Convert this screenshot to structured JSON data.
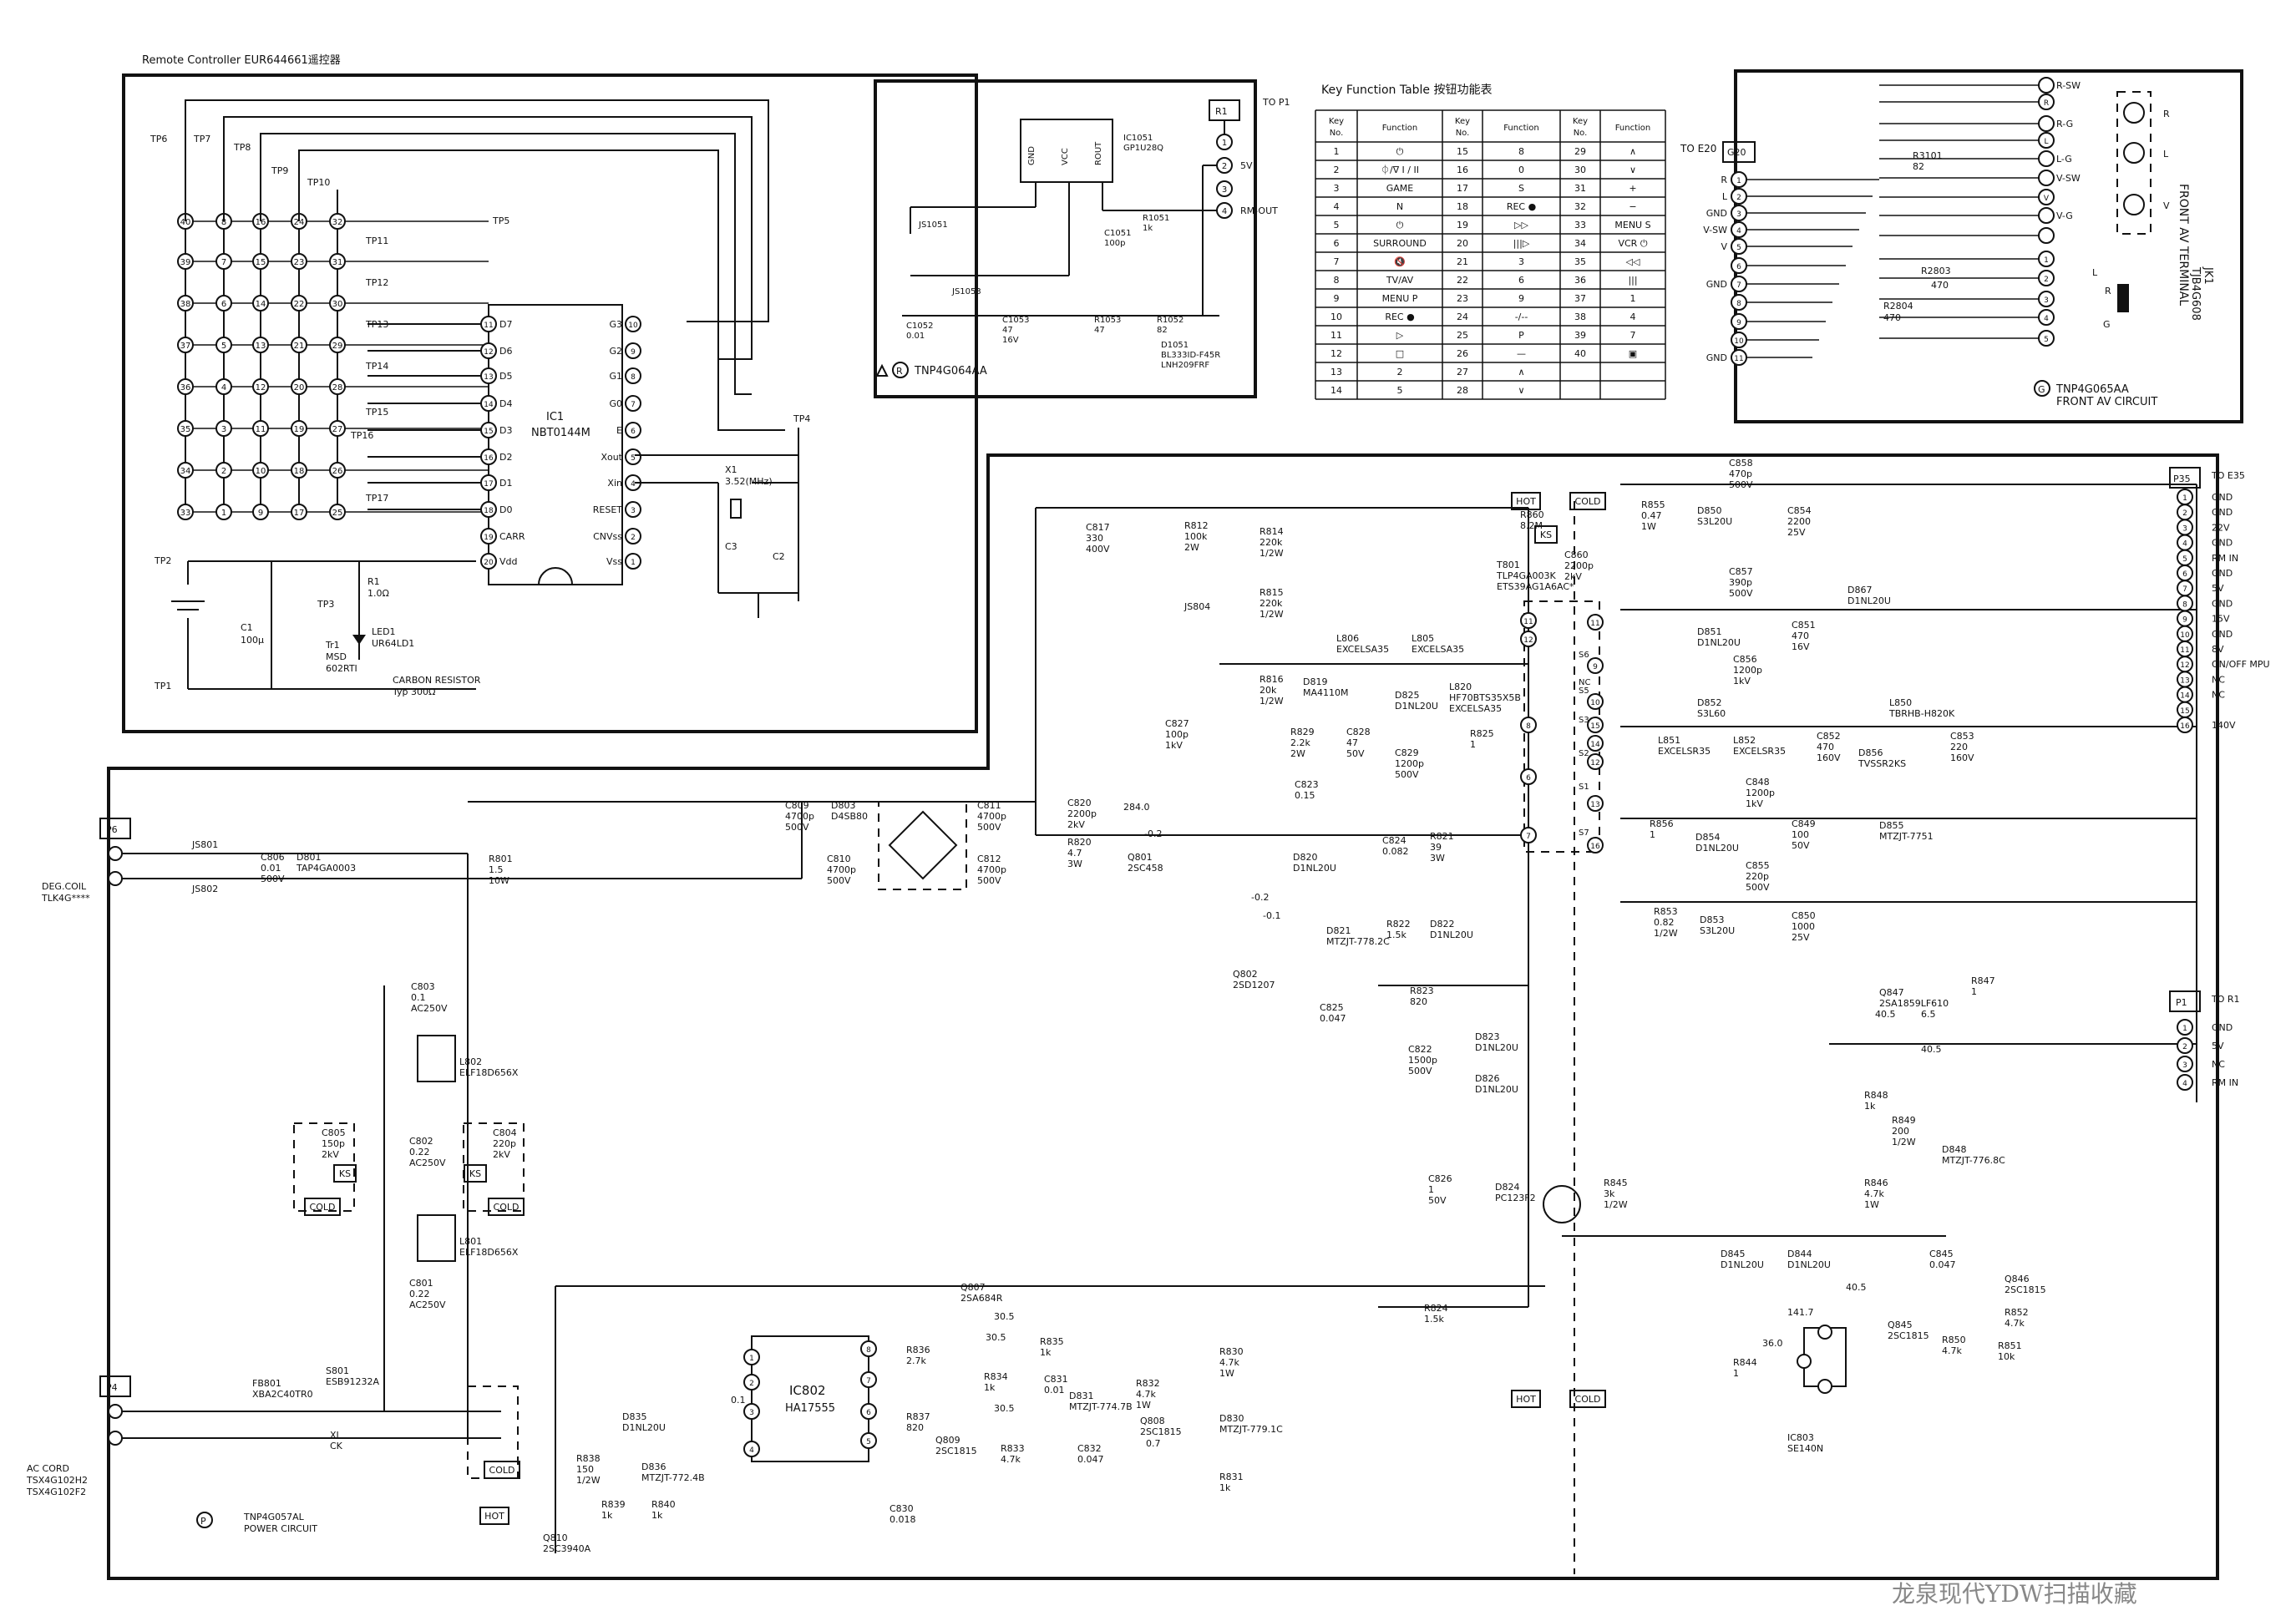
{
  "remote": {
    "title": "Remote Controller  EUR644661遥控器",
    "ic_ref": "IC1",
    "ic_part": "NBT0144M",
    "tp_cols": [
      "TP6",
      "TP7",
      "TP8",
      "TP9",
      "TP10"
    ],
    "tp_right": [
      "TP11",
      "TP12",
      "TP13",
      "TP14",
      "TP15",
      "TP16",
      "TP17"
    ],
    "tp5": "TP5",
    "tp4": "TP4",
    "tp1": "TP1",
    "tp2": "TP2",
    "tp3": "TP3",
    "key_grid": [
      [
        "40",
        "8",
        "16",
        "24",
        "32"
      ],
      [
        "39",
        "7",
        "15",
        "23",
        "31"
      ],
      [
        "38",
        "6",
        "14",
        "22",
        "30"
      ],
      [
        "37",
        "5",
        "13",
        "21",
        "29"
      ],
      [
        "36",
        "4",
        "12",
        "20",
        "28"
      ],
      [
        "35",
        "3",
        "11",
        "19",
        "27"
      ],
      [
        "34",
        "2",
        "10",
        "18",
        "26"
      ],
      [
        "33",
        "1",
        "9",
        "17",
        "25"
      ]
    ],
    "left_pins": [
      {
        "num": "11",
        "name": "D7"
      },
      {
        "num": "12",
        "name": "D6"
      },
      {
        "num": "13",
        "name": "D5"
      },
      {
        "num": "14",
        "name": "D4"
      },
      {
        "num": "15",
        "name": "D3"
      },
      {
        "num": "16",
        "name": "D2"
      },
      {
        "num": "17",
        "name": "D1"
      },
      {
        "num": "18",
        "name": "D0"
      },
      {
        "num": "19",
        "name": "CARR"
      },
      {
        "num": "20",
        "name": "Vdd"
      }
    ],
    "right_pins": [
      {
        "num": "10",
        "name": "G3"
      },
      {
        "num": "9",
        "name": "G2"
      },
      {
        "num": "8",
        "name": "G1"
      },
      {
        "num": "7",
        "name": "G0"
      },
      {
        "num": "6",
        "name": "E"
      },
      {
        "num": "5",
        "name": "Xout"
      },
      {
        "num": "4",
        "name": "Xin"
      },
      {
        "num": "3",
        "name": "RESET"
      },
      {
        "num": "2",
        "name": "CNVss"
      },
      {
        "num": "1",
        "name": "Vss"
      }
    ],
    "x1": [
      "X1",
      "3.52(MHz)"
    ],
    "c3": "C3",
    "c2": "C2",
    "c1": [
      "C1",
      "100μ"
    ],
    "r1": [
      "R1",
      "1.0Ω"
    ],
    "led1": [
      "LED1",
      "UR64LD1"
    ],
    "tr1": [
      "Tr1",
      "MSD",
      "602RTI"
    ],
    "carbon": [
      "CARBON RESISTOR",
      "Typ 300Ω"
    ]
  },
  "receiver": {
    "ic": [
      "IC1051",
      "GP1U28Q"
    ],
    "pins": [
      "GND",
      "VCC",
      "ROUT"
    ],
    "js1051": "JS1051",
    "js1053": "JS1053",
    "c1051": [
      "C1051",
      "100p"
    ],
    "r1051": [
      "R1051",
      "1k"
    ],
    "c1052": [
      "C1052",
      "0.01"
    ],
    "c1053": [
      "C1053",
      "47",
      "16V"
    ],
    "r1053": [
      "R1053",
      "47"
    ],
    "r1052": [
      "R1052",
      "82"
    ],
    "d1051": [
      "D1051",
      "BL333ID-F45R",
      "LNH209FRF"
    ],
    "r1": "R1",
    "to_p1": "TO P1",
    "conn_labels": [
      "",
      "5V",
      "",
      "RM-OUT"
    ],
    "board": "TNP4G064AA",
    "mark": "R"
  },
  "key_table": {
    "title": "Key  Function  Table  按钮功能表",
    "head_no": "Key No.",
    "head_fn": "Function",
    "rows": [
      [
        "1",
        "⏻",
        "15",
        "8",
        "29",
        "∧"
      ],
      [
        "2",
        "⏀/∇ I / II",
        "16",
        "0",
        "30",
        "∨"
      ],
      [
        "3",
        "GAME",
        "17",
        "S",
        "31",
        "+"
      ],
      [
        "4",
        "N",
        "18",
        "REC ●",
        "32",
        "−"
      ],
      [
        "5",
        "⏻",
        "19",
        "▷▷",
        "33",
        "MENU S"
      ],
      [
        "6",
        "SURROUND",
        "20",
        "|||▷",
        "34",
        "VCR ⏻"
      ],
      [
        "7",
        "🔇",
        "21",
        "3",
        "35",
        "◁◁"
      ],
      [
        "8",
        "TV/AV",
        "22",
        "6",
        "36",
        "|||"
      ],
      [
        "9",
        "MENU P",
        "23",
        "9",
        "37",
        "1"
      ],
      [
        "10",
        "REC ●",
        "24",
        "-/--",
        "38",
        "4"
      ],
      [
        "11",
        "▷",
        "25",
        "P",
        "39",
        "7"
      ],
      [
        "12",
        "□",
        "26",
        "—",
        "40",
        "▣"
      ],
      [
        "13",
        "2",
        "27",
        "∧",
        "",
        " "
      ],
      [
        "14",
        "5",
        "28",
        "∨",
        "",
        " "
      ]
    ]
  },
  "front_av": {
    "to_e20": "TO E20",
    "g20": "G20",
    "pins_left": [
      "R",
      "L",
      "GND",
      "V-SW",
      "V",
      "",
      "GND",
      "",
      "",
      "",
      "GND"
    ],
    "pins_right": [
      "R-SW",
      "R",
      "R-G",
      "L",
      "L-G",
      "V-SW",
      "V",
      "V-G",
      "",
      "1",
      "2",
      "3",
      "4",
      "5"
    ],
    "r3101": [
      "R3101",
      "82"
    ],
    "r2803": [
      "R2803",
      "470"
    ],
    "r2804": [
      "R2804",
      "470"
    ],
    "jk1": [
      "JK1",
      "TJB4G608"
    ],
    "terminal": "FRONT AV TERMINAL",
    "jack_labels": [
      "R",
      "L",
      "V",
      "L",
      "R",
      "G"
    ],
    "board": [
      "TNP4G065AA",
      "FRONT AV CIRCUIT"
    ],
    "mark": "G"
  },
  "power": {
    "board": [
      "TNP4G057AL",
      "POWER CIRCUIT"
    ],
    "mark": "P",
    "tags": {
      "hot": "HOT",
      "cold": "COLD",
      "ks": "KS"
    },
    "p6": "P6",
    "p4": "P4",
    "p35": "P35",
    "to_e35": "TO E35",
    "p1": "P1",
    "to_r1": "TO R1",
    "p35_pins": [
      {
        "n": "1",
        "s": "GND"
      },
      {
        "n": "2",
        "s": "GND"
      },
      {
        "n": "3",
        "s": "22V"
      },
      {
        "n": "4",
        "s": "GND"
      },
      {
        "n": "5",
        "s": "RM IN"
      },
      {
        "n": "6",
        "s": "GND"
      },
      {
        "n": "7",
        "s": "5V"
      },
      {
        "n": "8",
        "s": "GND"
      },
      {
        "n": "9",
        "s": "15V"
      },
      {
        "n": "10",
        "s": "GND"
      },
      {
        "n": "11",
        "s": "8V"
      },
      {
        "n": "12",
        "s": "ON/OFF MPU"
      },
      {
        "n": "13",
        "s": "NC"
      },
      {
        "n": "14",
        "s": "NC"
      },
      {
        "n": "15",
        "s": ""
      },
      {
        "n": "16",
        "s": "140V"
      }
    ],
    "p1_pins": [
      {
        "n": "1",
        "s": "GND"
      },
      {
        "n": "2",
        "s": "5V"
      },
      {
        "n": "3",
        "s": "NC"
      },
      {
        "n": "4",
        "s": "RM IN"
      }
    ],
    "deg_coil": [
      "DEG.COIL",
      "TLK4G****"
    ],
    "ac_cord": [
      "AC CORD",
      "TSX4G102H2",
      "TSX4G102F2"
    ],
    "parts": {
      "js801": "JS801",
      "js802": "JS802",
      "c806": [
        "C806",
        "0.01",
        "500V"
      ],
      "d801": [
        "D801",
        "TAP4GA0003"
      ],
      "r801": [
        "R801",
        "1.5",
        "10W"
      ],
      "c803": [
        "C803",
        "0.1",
        "AC250V"
      ],
      "l802": [
        "L802",
        "ELF18D656X"
      ],
      "c805": [
        "C805",
        "150p",
        "2kV"
      ],
      "c802": [
        "C802",
        "0.22",
        "AC250V"
      ],
      "c804": [
        "C804",
        "220p",
        "2kV"
      ],
      "l801": [
        "L801",
        "ELF18D656X"
      ],
      "c801": [
        "C801",
        "0.22",
        "AC250V"
      ],
      "fb801": [
        "FB801",
        "XBA2C40TR0"
      ],
      "s801": [
        "S801",
        "ESB91232A"
      ],
      "xi_ck": [
        "XI",
        "CK"
      ],
      "c809": [
        "C809",
        "4700p",
        "500V"
      ],
      "d803": [
        "D803",
        "D4SB80"
      ],
      "c810": [
        "C810",
        "4700p",
        "500V"
      ],
      "c811": [
        "C811",
        "4700p",
        "500V"
      ],
      "c812": [
        "C812",
        "4700p",
        "500V"
      ],
      "c817": [
        "C817",
        "330",
        "400V"
      ],
      "r812": [
        "R812",
        "100k",
        "2W"
      ],
      "js804": "JS804",
      "r814": [
        "R814",
        "220k",
        "1/2W"
      ],
      "r815": [
        "R815",
        "220k",
        "1/2W"
      ],
      "l806": [
        "L806",
        "EXCELSA35"
      ],
      "l805": [
        "L805",
        "EXCELSA35"
      ],
      "r816": [
        "R816",
        "20k",
        "1/2W"
      ],
      "d819": [
        "D819",
        "MA4110M"
      ],
      "c827": [
        "C827",
        "100p",
        "1kV"
      ],
      "r829": [
        "R829",
        "2.2k",
        "2W"
      ],
      "c828": [
        "C828",
        "47",
        "50V"
      ],
      "d825": [
        "D825",
        "D1NL20U"
      ],
      "c829": [
        "C829",
        "1200p",
        "500V"
      ],
      "l820": [
        "L820",
        "HF70BTS35X5B",
        "EXCELSA35"
      ],
      "r825": [
        "R825",
        "1"
      ],
      "c820": [
        "C820",
        "2200p",
        "2kV"
      ],
      "r820": [
        "R820",
        "4.7",
        "3W"
      ],
      "q801": [
        "Q801",
        "2SC458"
      ],
      "v284": "284.0",
      "vm02": "-0.2",
      "c823": [
        "C823",
        "0.15"
      ],
      "d820": [
        "D820",
        "D1NL20U"
      ],
      "c824": [
        "C824",
        "0.082"
      ],
      "r821": [
        "R821",
        "39",
        "3W"
      ],
      "vm02b": "-0.2",
      "vm01": "-0.1",
      "q802": [
        "Q802",
        "2SD1207"
      ],
      "d821": [
        "D821",
        "MTZJT-778.2C"
      ],
      "r822": [
        "R822",
        "1.5k"
      ],
      "d822": [
        "D822",
        "D1NL20U"
      ],
      "c825": [
        "C825",
        "0.047"
      ],
      "r823": [
        "R823",
        "820"
      ],
      "d823": [
        "D823",
        "D1NL20U"
      ],
      "c822": [
        "C822",
        "1500p",
        "500V"
      ],
      "d826": [
        "D826",
        "D1NL20U"
      ],
      "c826": [
        "C826",
        "1",
        "50V"
      ],
      "d824": [
        "D824",
        "PC123F2"
      ],
      "r824": [
        "R824",
        "1.5k"
      ],
      "r860": [
        "R860",
        "8.2M"
      ],
      "c860": [
        "C860",
        "2200p",
        "2kV"
      ],
      "t801": [
        "T801",
        "TLP4GA003K",
        "ETS39AG1A6AC*"
      ],
      "r855": [
        "R855",
        "0.47",
        "1W"
      ],
      "c858": [
        "C858",
        "470p",
        "500V"
      ],
      "d850": [
        "D850",
        "S3L20U"
      ],
      "c854": [
        "C854",
        "2200",
        "25V"
      ],
      "c857": [
        "C857",
        "390p",
        "500V"
      ],
      "d867": [
        "D867",
        "D1NL20U"
      ],
      "d851": [
        "D851",
        "D1NL20U"
      ],
      "c851": [
        "C851",
        "470",
        "16V"
      ],
      "c856": [
        "C856",
        "1200p",
        "1kV"
      ],
      "d852": [
        "D852",
        "S3L60"
      ],
      "l850": [
        "L850",
        "TBRHB-H820K"
      ],
      "l851": [
        "L851",
        "EXCELSR35"
      ],
      "l852": [
        "L852",
        "EXCELSR35"
      ],
      "c852": [
        "C852",
        "470",
        "160V"
      ],
      "d856": [
        "D856",
        "TVSSR2KS"
      ],
      "c853": [
        "C853",
        "220",
        "160V"
      ],
      "c848": [
        "C848",
        "1200p",
        "1kV"
      ],
      "r856": [
        "R856",
        "1"
      ],
      "d854": [
        "D854",
        "D1NL20U"
      ],
      "c849": [
        "C849",
        "100",
        "50V"
      ],
      "d855": [
        "D855",
        "MTZJT-7751"
      ],
      "c855": [
        "C855",
        "220p",
        "500V"
      ],
      "r853": [
        "R853",
        "0.82",
        "1/2W"
      ],
      "d853": [
        "D853",
        "S3L20U"
      ],
      "c850": [
        "C850",
        "1000",
        "25V"
      ],
      "q847": [
        "Q847",
        "2SA1859LF610"
      ],
      "v405a": "40.5",
      "v65": "6.5",
      "v405b": "40.5",
      "r847": [
        "R847",
        "1"
      ],
      "r848": [
        "R848",
        "1k"
      ],
      "r849": [
        "R849",
        "200",
        "1/2W"
      ],
      "d848": [
        "D848",
        "MTZJT-776.8C"
      ],
      "r846": [
        "R846",
        "4.7k",
        "1W"
      ],
      "r845": [
        "R845",
        "3k",
        "1/2W"
      ],
      "d845": [
        "D845",
        "D1NL20U"
      ],
      "d844": [
        "D844",
        "D1NL20U"
      ],
      "c845": [
        "C845",
        "0.047"
      ],
      "q846": [
        "Q846",
        "2SC1815"
      ],
      "r852": [
        "R852",
        "4.7k"
      ],
      "v405c": "40.5",
      "q845": [
        "Q845",
        "2SC1815"
      ],
      "r850": [
        "R850",
        "4.7k"
      ],
      "r851": [
        "R851",
        "10k"
      ],
      "v1417": "141.7",
      "v360": "36.0",
      "r844": [
        "R844",
        "1"
      ],
      "ic803": [
        "IC803",
        "SE140N"
      ],
      "q807": [
        "Q807",
        "2SA684R"
      ],
      "v305a": "30.5",
      "v305b": "30.5",
      "v305c": "30.5",
      "r835": [
        "R835",
        "1k"
      ],
      "r836": [
        "R836",
        "2.7k"
      ],
      "ic802": [
        "IC802",
        "HA17555"
      ],
      "r837": [
        "R837",
        "820"
      ],
      "r834": [
        "R834",
        "1k"
      ],
      "c831": [
        "C831",
        "0.01"
      ],
      "d831": [
        "D831",
        "MTZJT-774.7B"
      ],
      "r832": [
        "R832",
        "4.7k",
        "1W"
      ],
      "q808": [
        "Q808",
        "2SC1815"
      ],
      "v07": "0.7",
      "r830": [
        "R830",
        "4.7k",
        "1W"
      ],
      "d830": [
        "D830",
        "MTZJT-779.1C"
      ],
      "q809": [
        "Q809",
        "2SC1815"
      ],
      "r833": [
        "R833",
        "4.7k"
      ],
      "c832": [
        "C832",
        "0.047"
      ],
      "r831": [
        "R831",
        "1k"
      ],
      "c830": [
        "C830",
        "0.018"
      ],
      "d835": [
        "D835",
        "D1NL20U"
      ],
      "d836": [
        "D836",
        "MTZJT-772.4B"
      ],
      "r838": [
        "R838",
        "150",
        "1/2W"
      ],
      "r839": [
        "R839",
        "1k"
      ],
      "r840": [
        "R840",
        "1k"
      ],
      "q810": [
        "Q810",
        "2SC3940A"
      ],
      "v01": "0.1"
    }
  },
  "watermark": "龙泉现代YDW扫描收藏"
}
